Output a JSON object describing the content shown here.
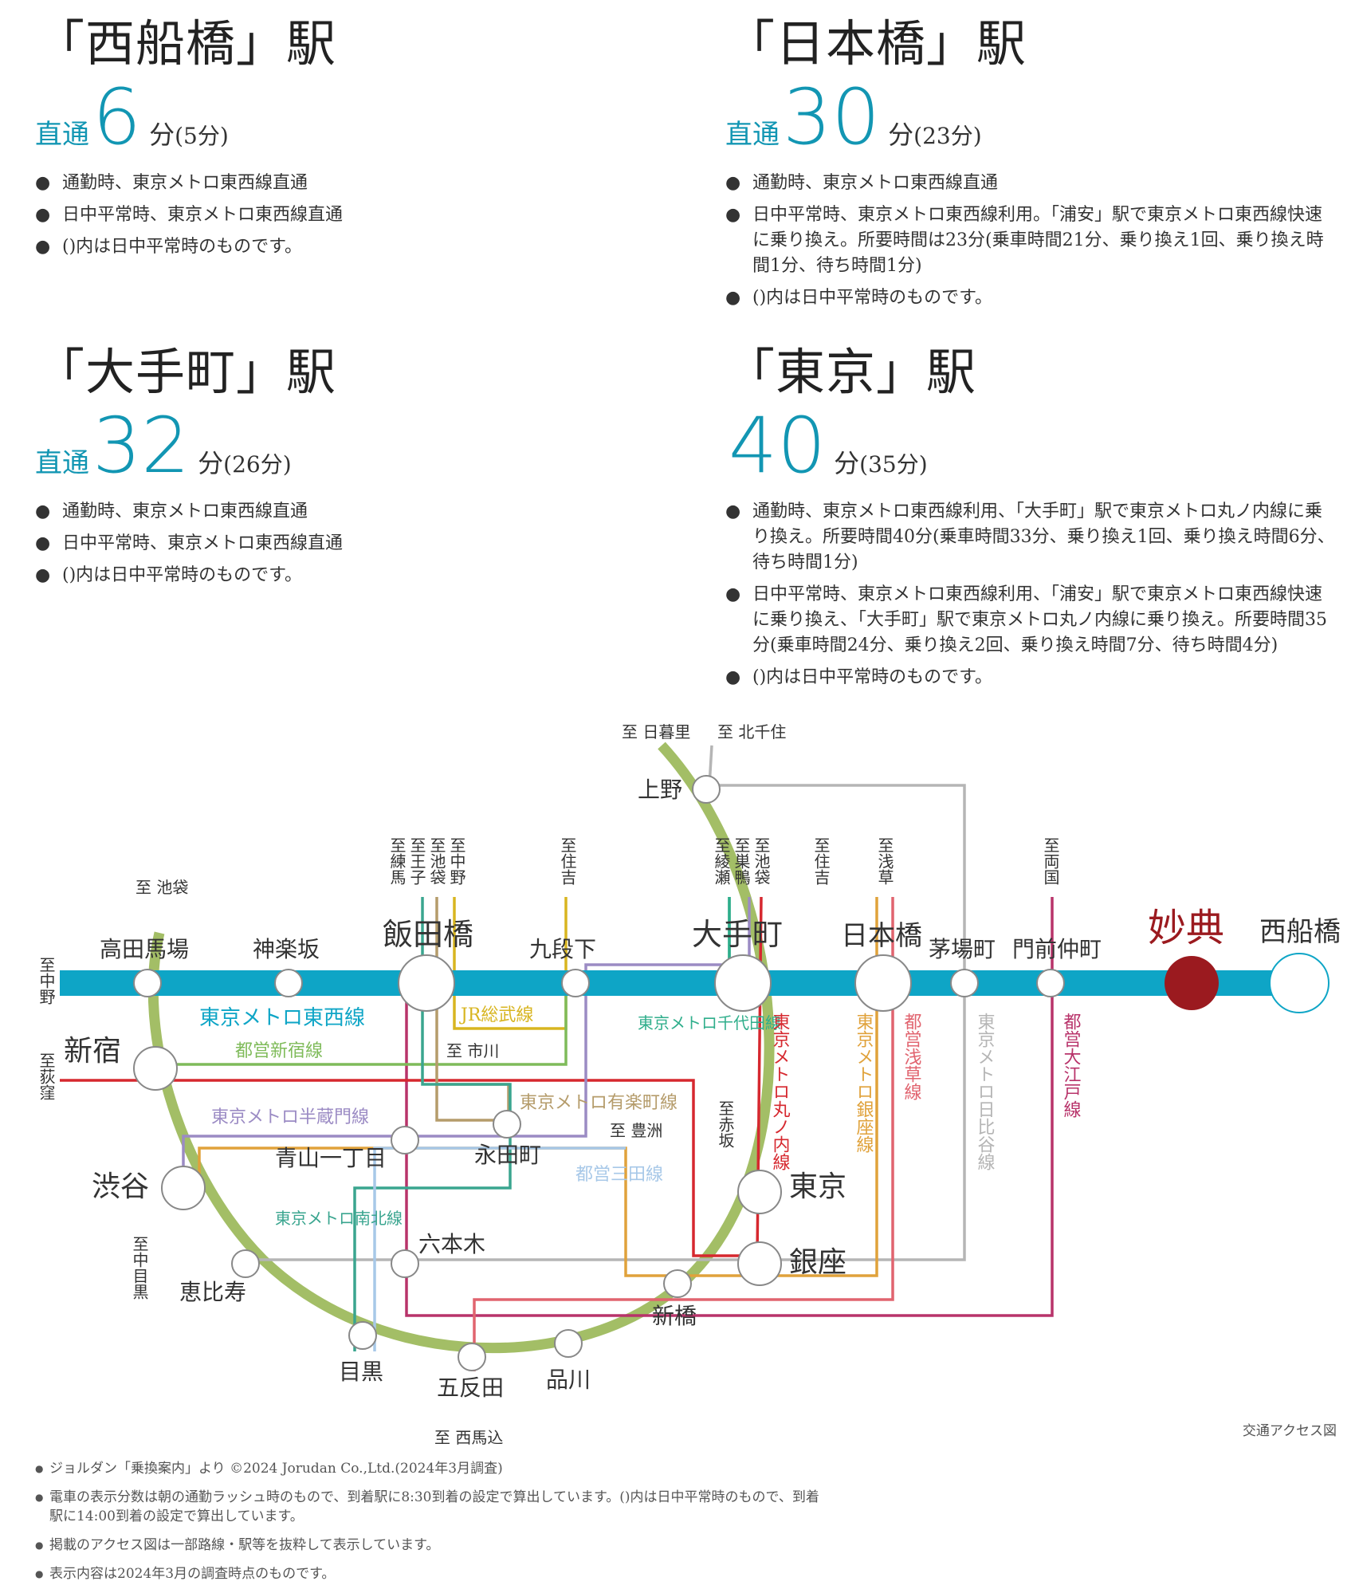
{
  "stations": [
    {
      "title": "「西船橋」駅",
      "direct_label": "直通",
      "minutes": "6",
      "unit": "分",
      "sub": "(5分)",
      "notes": [
        "通勤時、東京メトロ東西線直通",
        "日中平常時、東京メトロ東西線直通",
        "()内は日中平常時のものです。"
      ]
    },
    {
      "title": "「日本橋」駅",
      "direct_label": "直通",
      "minutes": "30",
      "unit": "分",
      "sub": "(23分)",
      "notes": [
        "通勤時、東京メトロ東西線直通",
        "日中平常時、東京メトロ東西線利用。「浦安」駅で東京メトロ東西線快速に乗り換え。所要時間は23分(乗車時間21分、乗り換え1回、乗り換え時間1分、待ち時間1分)",
        "()内は日中平常時のものです。"
      ]
    },
    {
      "title": "「大手町」駅",
      "direct_label": "直通",
      "minutes": "32",
      "unit": "分",
      "sub": "(26分)",
      "notes": [
        "通勤時、東京メトロ東西線直通",
        "日中平常時、東京メトロ東西線直通",
        "()内は日中平常時のものです。"
      ]
    },
    {
      "title": "「東京」駅",
      "direct_label": "",
      "minutes": "40",
      "unit": "分",
      "sub": "(35分)",
      "notes": [
        "通勤時、東京メトロ東西線利用、「大手町」駅で東京メトロ丸ノ内線に乗り換え。所要時間40分(乗車時間33分、乗り換え1回、乗り換え時間6分、待ち時間1分)",
        "日中平常時、東京メトロ東西線利用、「浦安」駅で東京メトロ東西線快速に乗り換え、「大手町」駅で東京メトロ丸ノ内線に乗り換え。所要時間35分(乗車時間24分、乗り換え2回、乗り換え時間7分、待ち時間4分)",
        "()内は日中平常時のものです。"
      ]
    }
  ],
  "map": {
    "station_labels": {
      "takadanobaba": "高田馬場",
      "kagurazaka": "神楽坂",
      "iidabashi": "飯田橋",
      "kudanshita": "九段下",
      "otemachi": "大手町",
      "nihonbashi": "日本橋",
      "kayabacho": "茅場町",
      "monzennakacho": "門前仲町",
      "myoden": "妙典",
      "nishifunabashi": "西船橋",
      "ueno": "上野",
      "shinjuku": "新宿",
      "shibuya": "渋谷",
      "ebisu": "恵比寿",
      "meguro": "目黒",
      "gotanda": "五反田",
      "shinagawa": "品川",
      "shinbashi": "新橋",
      "ginza": "銀座",
      "tokyo": "東京",
      "aoyama": "青山一丁目",
      "nagatacho": "永田町",
      "roppongi": "六本木"
    },
    "line_labels": {
      "tozai": "東京メトロ東西線",
      "shinjuku_line": "都営新宿線",
      "jr_sobu": "JR総武線",
      "yurakucho": "東京メトロ有楽町線",
      "hanzomon": "東京メトロ半蔵門線",
      "mita": "都営三田線",
      "chiyoda": "東京メトロ千代田線",
      "marunouchi": "東京メトロ丸ノ内線",
      "ginza_line": "東京メトロ銀座線",
      "asakusa": "都営浅草線",
      "hibiya": "東京メトロ日比谷線",
      "oedo": "都営大江戸線",
      "namboku": "東京メトロ南北線"
    },
    "destinations": {
      "nippori": "至 日暮里",
      "kitasenju": "至 北千住",
      "ikebukuro_yamanote": "至 池袋",
      "nerima": "至練馬",
      "hachioji": "至王子",
      "ikebukuro2": "至池袋",
      "nakano2": "至中野",
      "sumiyoshi1": "至住吉",
      "ayase": "至綾瀬",
      "sugamo": "至巣鴨",
      "ikebukuro3": "至池袋",
      "sumiyoshi2": "至住吉",
      "asakusa": "至浅草",
      "ryogoku": "至両国",
      "nakano": "至中野",
      "ogikubo": "至荻窪",
      "ichikawa": "至 市川",
      "toyosu": "至 豊洲",
      "akasaka": "至赤坂",
      "nakameguro": "至中目黒",
      "nishimagome": "至 西馬込"
    },
    "colors": {
      "tozai": "#0ea5c6",
      "yamanote": "#a3be66",
      "jr_sobu": "#d8b520",
      "shinjuku": "#7fbb5a",
      "marunouchi": "#d6282f",
      "ginza": "#e0a23b",
      "asakusa": "#e1646f",
      "hibiya": "#b5b5b5",
      "oedo": "#b8336a",
      "chiyoda": "#2fae8b",
      "yurakucho": "#b59c6b",
      "hanzomon": "#9b8bc4",
      "namboku": "#3aa58f",
      "mita": "#a7c8e8",
      "myoden": "#9b1a1f"
    },
    "caption": "交通アクセス図"
  },
  "footnotes": [
    "ジョルダン「乗換案内」より ©2024 Jorudan Co.,Ltd.(2024年3月調査)",
    "電車の表示分数は朝の通勤ラッシュ時のもので、到着駅に8:30到着の設定で算出しています。()内は日中平常時のもので、到着駅に14:00到着の設定で算出しています。",
    "掲載のアクセス図は一部路線・駅等を抜粋して表示しています。",
    "表示内容は2024年3月の調査時点のものです。"
  ]
}
